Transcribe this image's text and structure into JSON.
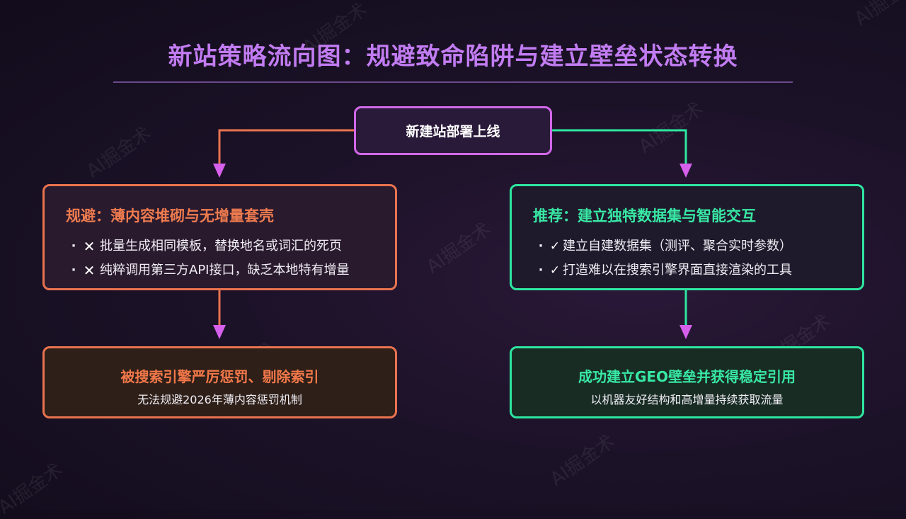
{
  "title": "新站策略流向图：规避致命陷阱与建立壁垒状态转换",
  "start_node": {
    "label": "新建站部署上线"
  },
  "trap_branch": {
    "heading": "规避：薄内容堆砌与无增量套壳",
    "bullets": [
      "批量生成相同模板，替换地名或词汇的死页",
      "纯粹调用第三方API接口，缺乏本地特有增量"
    ],
    "bullet_icon": "cross-icon",
    "color": "#e9734f"
  },
  "recommend_branch": {
    "heading": "推荐：建立独特数据集与智能交互",
    "bullets": [
      "建立自建数据集（测评、聚合实时参数）",
      "打造难以在搜索引擎界面直接渲染的工具"
    ],
    "bullet_icon": "check-icon",
    "color": "#2ee6a0"
  },
  "penalty_outcome": {
    "title": "被搜索引擎严厉惩罚、剔除索引",
    "subtitle": "无法规避2026年薄内容惩罚机制"
  },
  "success_outcome": {
    "title": "成功建立GEO壁垒并获得稳定引用",
    "subtitle": "以机器友好结构和高增量持续获取流量"
  },
  "watermark_text": "AI掘金术",
  "colors": {
    "title": "#c27cf2",
    "start_border": "#d168e8",
    "arrowhead": "#d660ec",
    "trap": "#e9734f",
    "success": "#2ee6a0"
  }
}
